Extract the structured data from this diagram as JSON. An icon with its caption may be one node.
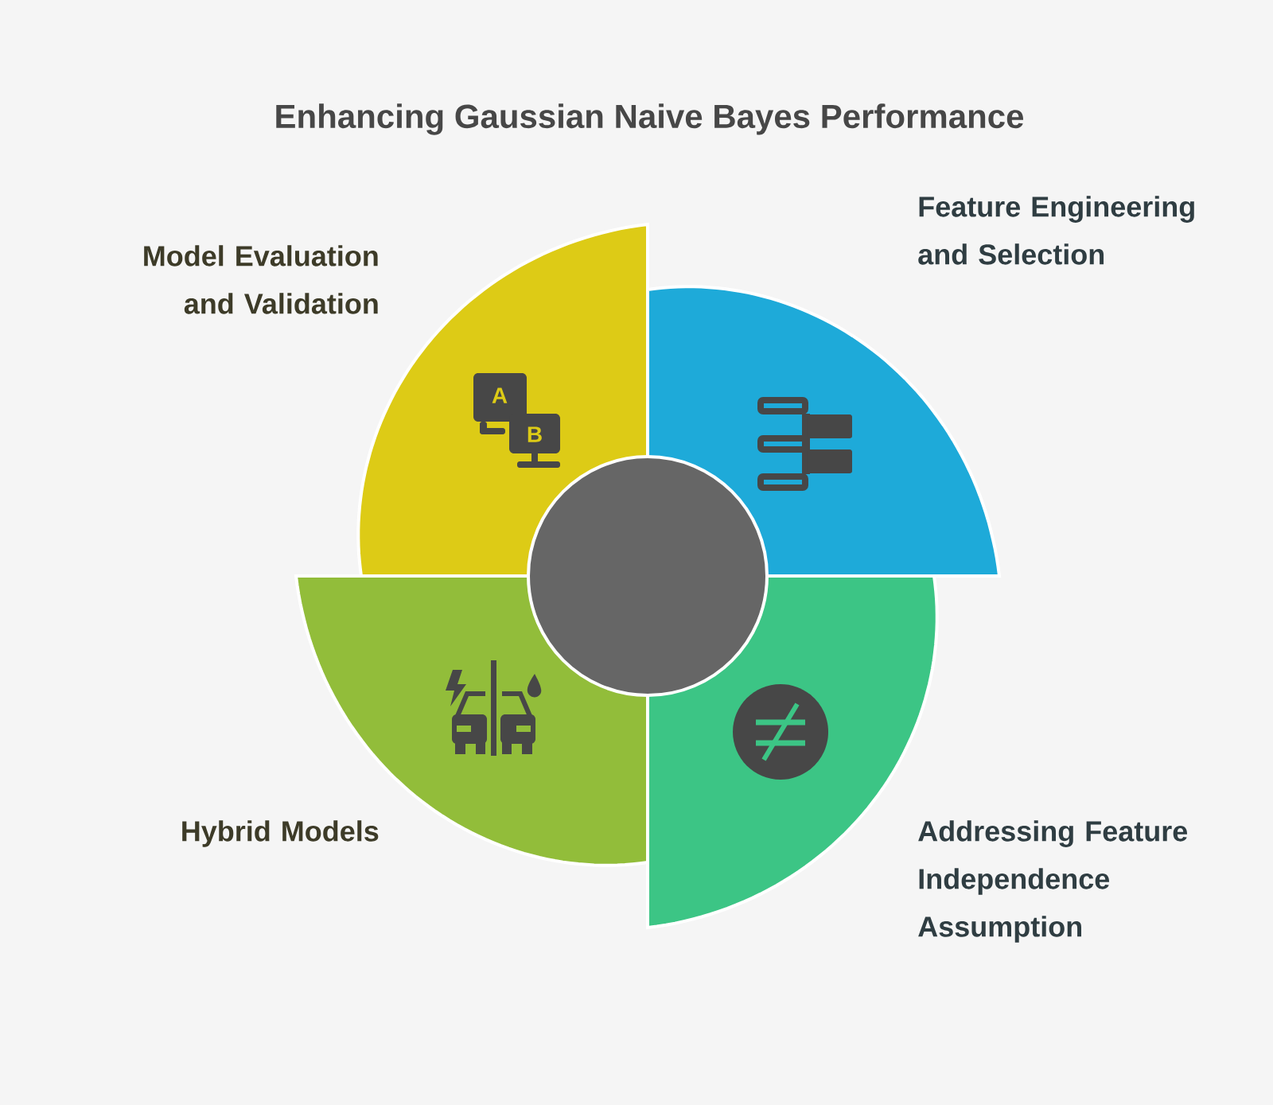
{
  "diagram": {
    "title": "Enhancing Gaussian Naive Bayes Performance",
    "nodes": [
      {
        "text": [],
        "shape": "circle"
      },
      {
        "text": [
          "Model Evaluation and Validation"
        ]
      },
      {
        "text": [
          "Feature Engineering and Selection"
        ]
      },
      {
        "text": [
          "Hybrid Models"
        ]
      },
      {
        "text": [
          "Addressing Feature Independence Assumption"
        ]
      }
    ],
    "labels": [
      "A",
      "B"
    ]
  }
}
